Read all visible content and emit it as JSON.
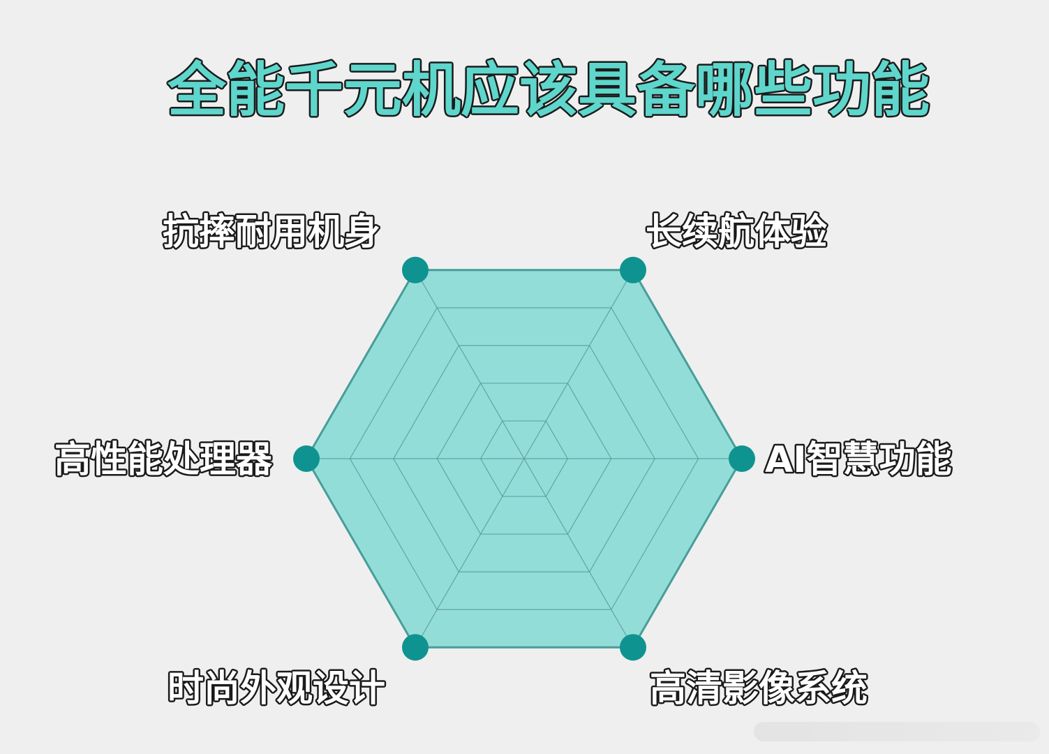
{
  "chart_data": {
    "type": "radar",
    "title": "全能千元机应该具备哪些功能",
    "categories": [
      "长续航体验",
      "AI智慧功能",
      "高清影像系统",
      "时尚外观设计",
      "高性能处理器",
      "抗摔耐用机身"
    ],
    "values": [
      5,
      5,
      5,
      5,
      5,
      5
    ],
    "rings": 5,
    "range": [
      0,
      5
    ],
    "colors": {
      "fill": "#93ddd9",
      "outline": "#3d9e98",
      "grid": "#5a9a96",
      "marker": "#0f9390"
    }
  }
}
